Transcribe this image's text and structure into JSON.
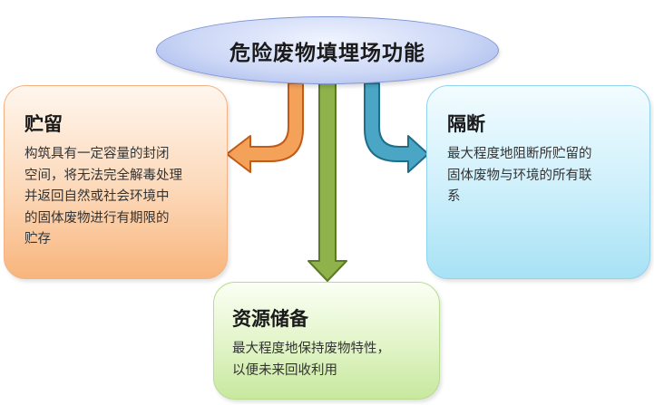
{
  "center": {
    "title": "危险废物填埋场功能"
  },
  "storage": {
    "title": "贮留",
    "lines": [
      "构筑具有一定容量的封闭",
      "空间，将无法完全解毒处理",
      "并返回自然或社会环境中",
      "的固体废物进行有期限的",
      "贮存"
    ]
  },
  "isolation": {
    "title": "隔断",
    "lines": [
      "最大程度地阻断所贮留的",
      "固体废物与环境的所有联",
      "系"
    ]
  },
  "resource": {
    "title": "资源储备",
    "lines": [
      "最大程度地保持废物特性，",
      "以便未来回收利用"
    ]
  },
  "colors": {
    "storage_arrow": "#f08a3c",
    "isolation_arrow": "#3a9cbc",
    "resource_arrow": "#8bb04a"
  }
}
